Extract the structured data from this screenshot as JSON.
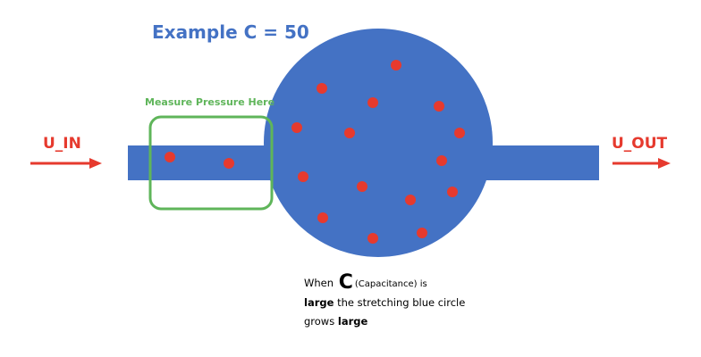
{
  "title": "Example C = 50",
  "measure_label": "Measure Pressure Here",
  "input_label": "U_IN",
  "output_label": "U_OUT",
  "caption": {
    "part1": "When",
    "big_c": "C",
    "part2": "(Capacitance) is",
    "large1": "large",
    "part3": "the stretching blue circle",
    "part4": "grows",
    "large2": "large"
  },
  "colors": {
    "vessel": "#4472c4",
    "particle": "#e63a2e",
    "arrow": "#e63a2e",
    "measure_box": "#5fb55a"
  }
}
